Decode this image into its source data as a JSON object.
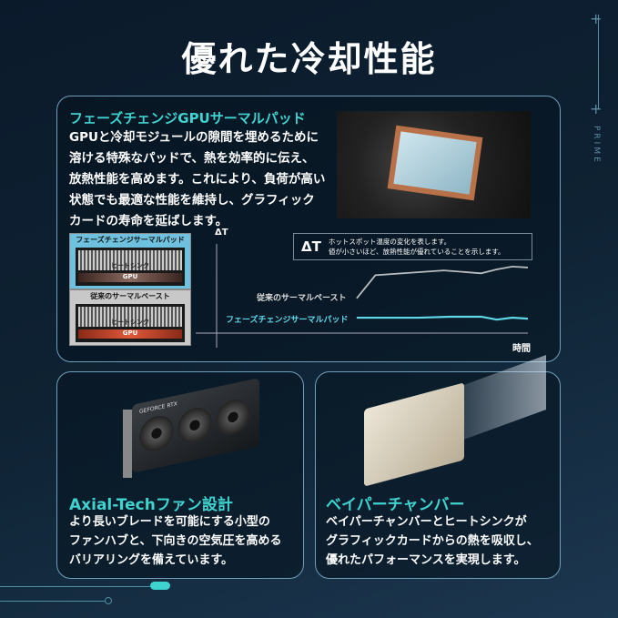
{
  "title": "優れた冷却性能",
  "brand_vertical": "PRIME",
  "section1": {
    "heading": "フェーズチェンジGPUサーマルパッド",
    "lines": [
      "GPUと冷却モジュールの隙間を埋めるために",
      "溶ける特殊なパッドで、熱を効率的に伝え、",
      "放熱性能を高めます。これにより、負荷が高い",
      "状態でも最適な性能を維持し、グラフィック",
      "カードの寿命を延ばします。"
    ],
    "diagram_pad": {
      "label": "フェーズチェンジサーマルパッド",
      "heatsink": "ヒートシンク",
      "gpu": "GPU"
    },
    "diagram_paste": {
      "label": "従来のサーマルペースト",
      "heatsink": "ヒートシンク",
      "gpu": "GPU"
    },
    "note": {
      "symbol": "ΔT",
      "line1": "ホットスポット温度の変化を表します。",
      "line2": "値が小さいほど、放熱性能が優れていることを示します。"
    }
  },
  "chart_data": {
    "type": "line",
    "ylabel": "ΔT",
    "xlabel": "時間",
    "xlim": [
      0,
      10
    ],
    "ylim": [
      0,
      10
    ],
    "series": [
      {
        "name": "従来のサーマルペースト",
        "color": "#b8bcc0",
        "x": [
          4.5,
          5.1,
          7.3,
          8.5,
          9.0,
          9.5,
          10
        ],
        "y": [
          3.6,
          6.0,
          6.5,
          6.2,
          6.6,
          6.9,
          6.8
        ]
      },
      {
        "name": "フェーズチェンジサーマルパッド",
        "color": "#5fd8e8",
        "x": [
          4.5,
          6.5,
          7.5,
          8.5,
          9.0,
          9.5,
          10
        ],
        "y": [
          1.6,
          1.6,
          1.7,
          1.7,
          1.4,
          1.6,
          1.5
        ]
      }
    ]
  },
  "section2": {
    "heading": "Axial-Techファン設計",
    "lines": [
      "より長いブレードを可能にする小型の",
      "ファンハブと、下向きの空気圧を高める",
      "バリアリングを備えています。"
    ],
    "card_text": "GEFORCE RTX"
  },
  "section3": {
    "heading": "ベイパーチャンバー",
    "lines": [
      "ベイパーチャンバーとヒートシンクが",
      "グラフィックカードからの熱を吸収し、",
      "優れたパフォーマンスを実現します。"
    ]
  }
}
